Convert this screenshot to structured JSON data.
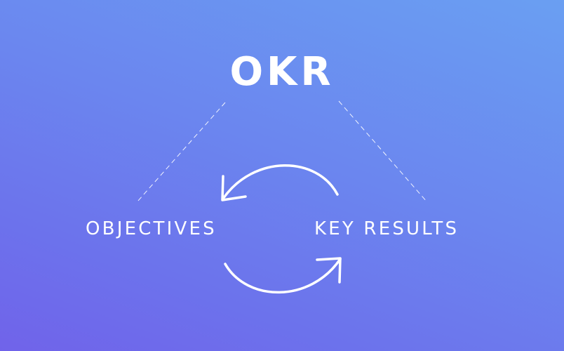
{
  "diagram": {
    "title": "OKR",
    "left_label": "OBJECTIVES",
    "right_label": "KEY RESULTS",
    "colors": {
      "background_top": "#6a9ff2",
      "background_bottom": "#7063ea",
      "foreground": "#ffffff"
    },
    "icons": {
      "top_arrow": "curved-arrow-left-icon",
      "bottom_arrow": "curved-arrow-right-icon"
    }
  }
}
